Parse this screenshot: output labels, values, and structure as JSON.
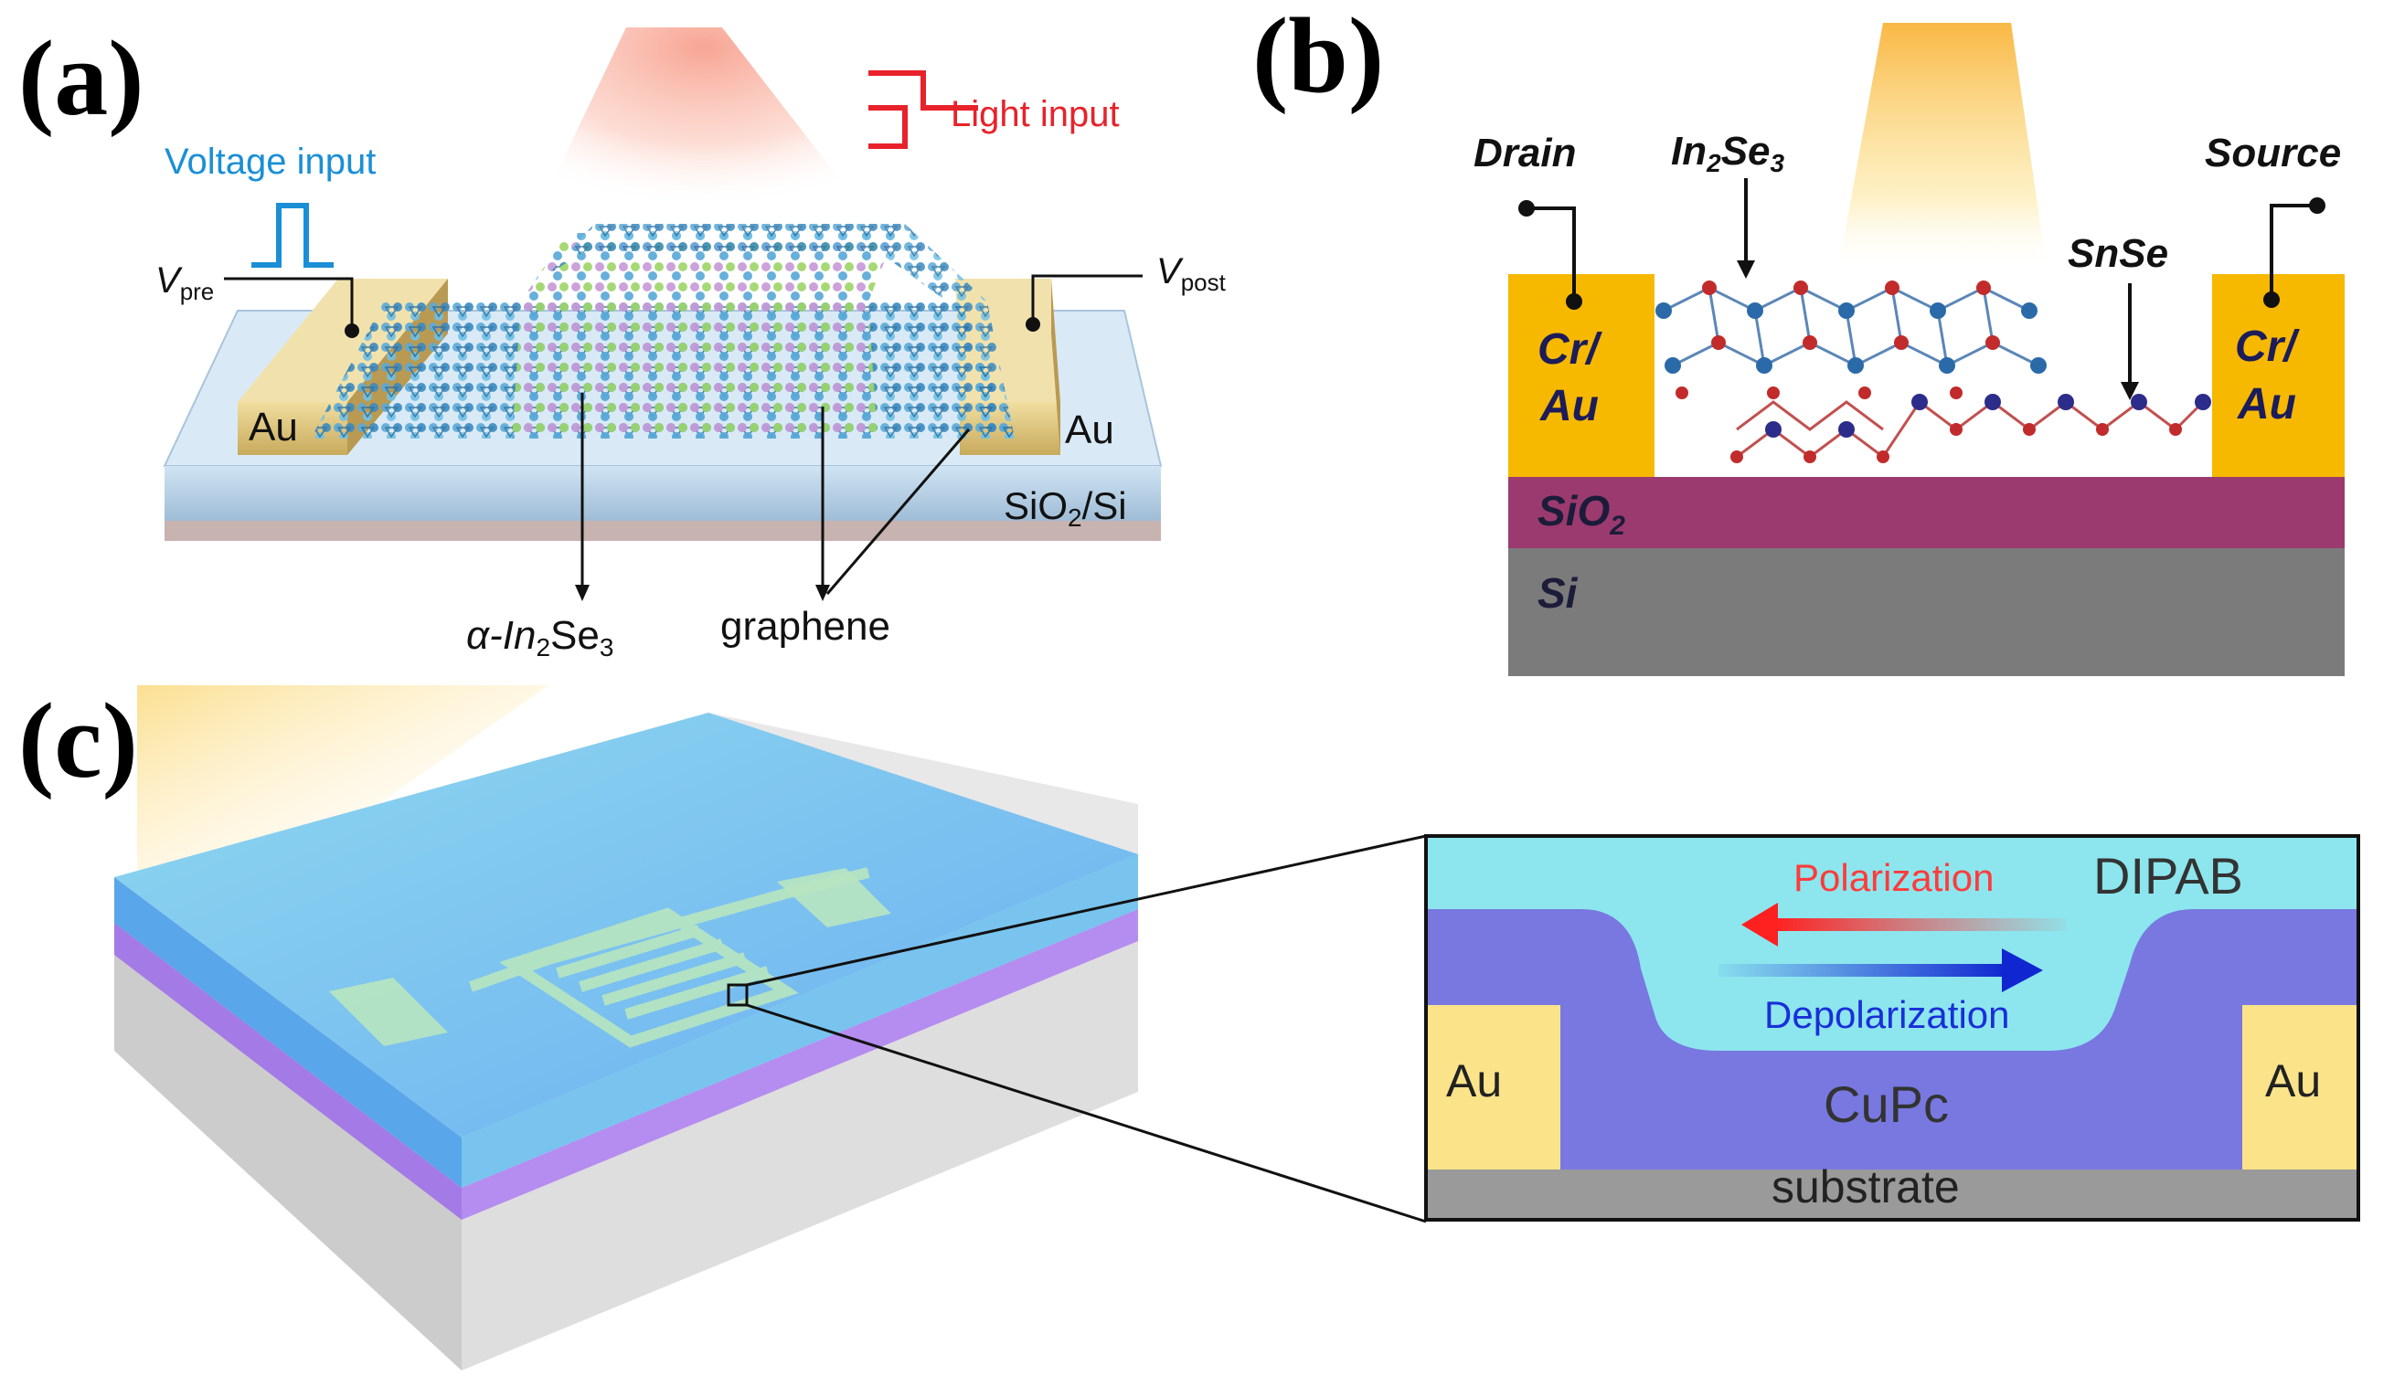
{
  "panel_a": {
    "label": "(a)",
    "voltage_input": "Voltage input",
    "light_input": "Light input",
    "v_pre": "V",
    "v_pre_sub": "pre",
    "v_post": "V",
    "v_post_sub": "post",
    "au_left": "Au",
    "au_right": "Au",
    "substrate_main": "SiO",
    "substrate_sub": "2",
    "substrate_tail": "/Si",
    "alpha_prefix": "α-In",
    "alpha_sub1": "2",
    "alpha_mid": "Se",
    "alpha_sub2": "3",
    "graphene": "graphene"
  },
  "panel_b": {
    "label": "(b)",
    "drain": "Drain",
    "source": "Source",
    "in2se3_main": "In",
    "in2se3_sub1": "2",
    "in2se3_mid": "Se",
    "in2se3_sub2": "3",
    "snse": "SnSe",
    "cr_au_left_1": "Cr/",
    "cr_au_left_2": "Au",
    "cr_au_right_1": "Cr/",
    "cr_au_right_2": "Au",
    "sio2_main": "SiO",
    "sio2_sub": "2",
    "si": "Si"
  },
  "panel_c": {
    "label": "(c)",
    "dipab": "DIPAB",
    "polarization": "Polarization",
    "depolarization": "Depolarization",
    "au_left": "Au",
    "au_right": "Au",
    "cupc": "CuPc",
    "substrate": "substrate"
  },
  "colors": {
    "gold": "#f7b800",
    "sio2": "#9b3a6e",
    "si": "#7b7b7b",
    "dipab": "#8de6ee",
    "cupc": "#7878e0",
    "au_c": "#fbe38a",
    "polarization": "#ff3b3b",
    "depolarization": "#1a2fd8",
    "voltage_blue": "#1a8fd6",
    "light_red": "#e8222a"
  }
}
